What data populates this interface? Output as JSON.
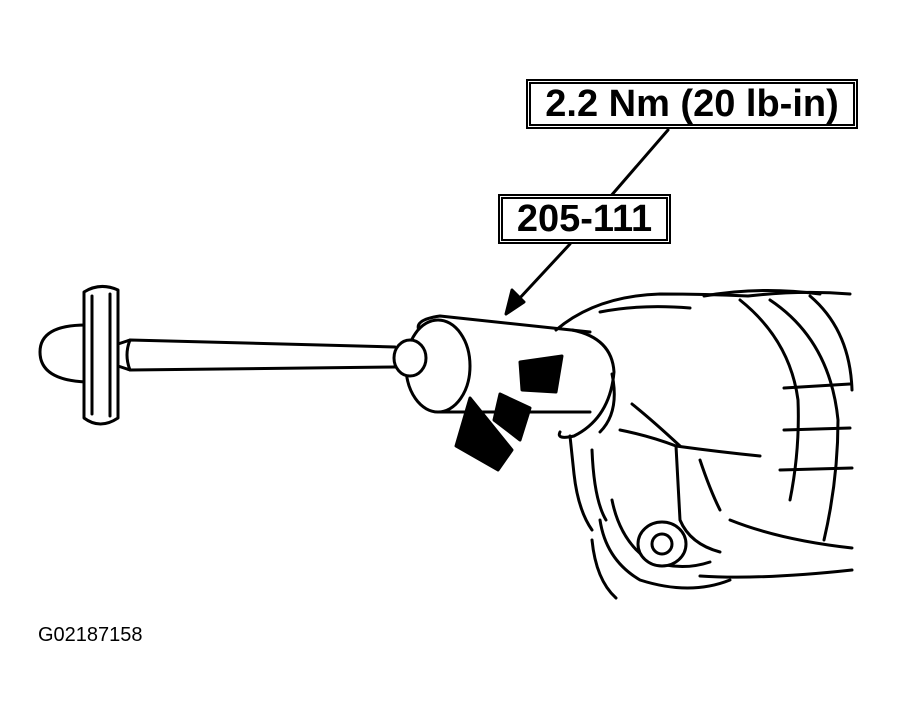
{
  "callouts": {
    "torque_spec": "2.2 Nm (20 lb-in)",
    "tool_number": "205-111"
  },
  "figure_id": "G02187158",
  "icons": {
    "torque_wrench": "torque-wrench-icon",
    "rotation_arrow": "rotation-arrow-icon",
    "differential_housing": "differential-housing-illustration"
  },
  "colors": {
    "line": "#000000",
    "background": "#ffffff"
  }
}
